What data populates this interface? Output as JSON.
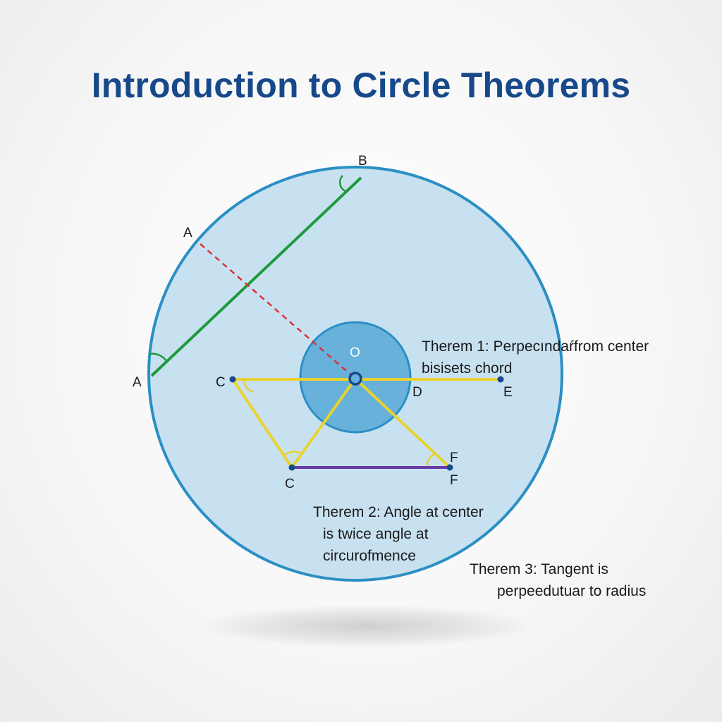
{
  "title": "Introduction to Circle Theorems",
  "colors": {
    "title": "#17498a",
    "circle_fill": "#c8e1f1",
    "circle_stroke": "#2b8fc4",
    "inner_fill": "#67b1db",
    "chord": "#1e9a3c",
    "perpendicular": "#d8333a",
    "triangle": "#e9d22d",
    "tangent": "#6a3aa8",
    "point": "#17498a"
  },
  "points": {
    "a_top": "A",
    "a_left": "A",
    "b": "B",
    "o": "O",
    "c_left": "C",
    "c_bottom": "C",
    "d": "D",
    "e": "E",
    "f_top": "F",
    "f_bottom": "F"
  },
  "notes": {
    "theorem1": {
      "line1": "Therem 1: Perpecındaŕfrom center",
      "line2": "bisisets chord"
    },
    "theorem2": {
      "line1": "Therem 2: Angle at center",
      "line2": "is twice angle at",
      "line3": "circurofmence"
    },
    "theorem3": {
      "line1": "Therem 3: Tangent is",
      "line2": "perpeedutuar to radius"
    }
  }
}
